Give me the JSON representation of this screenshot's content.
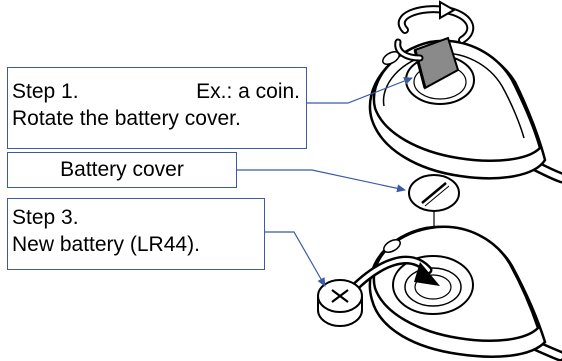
{
  "step1": {
    "title": "Step 1.",
    "example": "Ex.: a coin.",
    "instruction": "Rotate the battery cover."
  },
  "battery_cover": {
    "label": "Battery cover"
  },
  "step3": {
    "title": "Step 3.",
    "instruction": "New battery (LR44)."
  },
  "colors": {
    "callout_border": "#3b5ba8",
    "leader_line": "#3b5ba8",
    "device_body": "#ffffff",
    "device_outline": "#000000",
    "coin": "#8a8a8a",
    "rotate_arrow": "#ffffff"
  }
}
